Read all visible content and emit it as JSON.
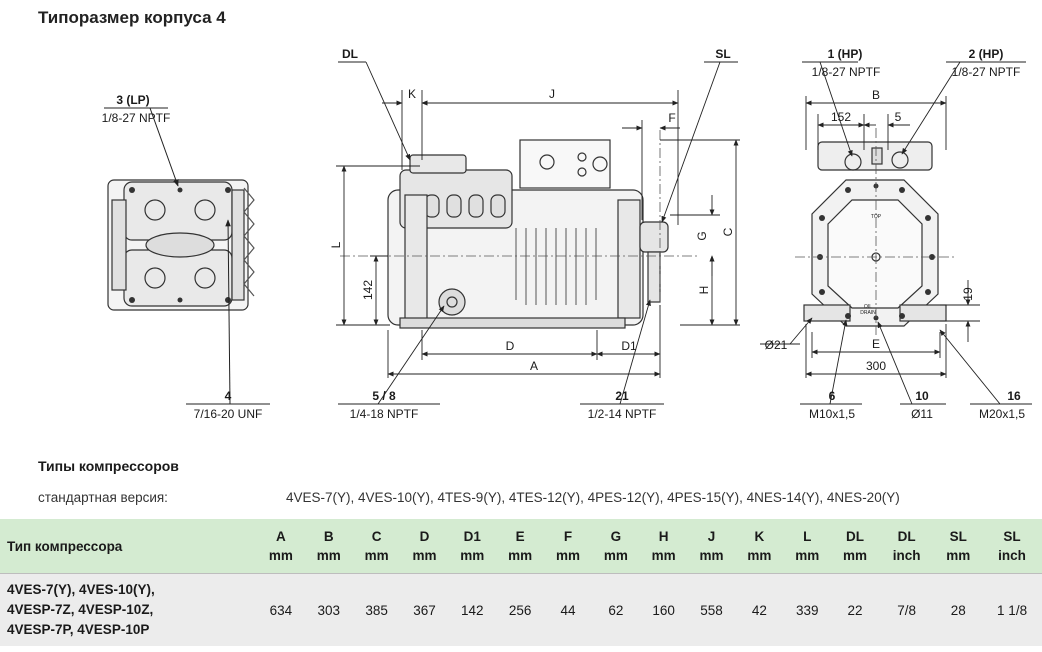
{
  "title": "Типоразмер корпуса 4",
  "labels": {
    "lp_num": "3 (LP)",
    "lp_thread": "1/8-27 NPTF",
    "p4_num": "4",
    "p4_thread": "7/16-20 UNF",
    "dl": "DL",
    "k": "K",
    "j": "J",
    "sl": "SL",
    "f": "F",
    "l": "L",
    "h142": "142",
    "g": "G",
    "c": "C",
    "h": "H",
    "d": "D",
    "d1": "D1",
    "a": "A",
    "p58_num": "5 / 8",
    "p58_thread": "1/4-18 NPTF",
    "p21_num": "21",
    "p21_thread": "1/2-14 NPTF",
    "hp1_num": "1 (HP)",
    "hp1_thread": "1/8-27 NPTF",
    "hp2_num": "2 (HP)",
    "hp2_thread": "1/8-27 NPTF",
    "b": "B",
    "d152": "152",
    "d5": "5",
    "d19": "19",
    "dia21": "Ø21",
    "e": "E",
    "d300": "300",
    "p6_num": "6",
    "p6_thread": "M10x1,5",
    "p10_num": "10",
    "p10_dia": "Ø11",
    "p16_num": "16",
    "p16_thread": "M20x1,5",
    "top": "TOP",
    "oil": "OIL",
    "drain": "DRAIN"
  },
  "types": {
    "heading": "Типы компрессоров",
    "standard_label": "стандартная версия:",
    "standard_models": "4VES-7(Y), 4VES-10(Y), 4TES-9(Y), 4TES-12(Y), 4PES-12(Y), 4PES-15(Y), 4NES-14(Y), 4NES-20(Y)"
  },
  "table": {
    "first_header": "Тип компрессора",
    "columns": [
      {
        "name": "A",
        "unit": "mm"
      },
      {
        "name": "B",
        "unit": "mm"
      },
      {
        "name": "C",
        "unit": "mm"
      },
      {
        "name": "D",
        "unit": "mm"
      },
      {
        "name": "D1",
        "unit": "mm"
      },
      {
        "name": "E",
        "unit": "mm"
      },
      {
        "name": "F",
        "unit": "mm"
      },
      {
        "name": "G",
        "unit": "mm"
      },
      {
        "name": "H",
        "unit": "mm"
      },
      {
        "name": "J",
        "unit": "mm"
      },
      {
        "name": "K",
        "unit": "mm"
      },
      {
        "name": "L",
        "unit": "mm"
      },
      {
        "name": "DL",
        "unit": "mm"
      },
      {
        "name": "DL",
        "unit": "inch"
      },
      {
        "name": "SL",
        "unit": "mm"
      },
      {
        "name": "SL",
        "unit": "inch"
      }
    ],
    "rows": [
      {
        "model": "4VES-7(Y), 4VES-10(Y),\n4VESP-7Z, 4VESP-10Z,\n4VESP-7P, 4VESP-10P",
        "values": [
          "634",
          "303",
          "385",
          "367",
          "142",
          "256",
          "44",
          "62",
          "160",
          "558",
          "42",
          "339",
          "22",
          "7/8",
          "28",
          "1 1/8"
        ]
      }
    ]
  }
}
